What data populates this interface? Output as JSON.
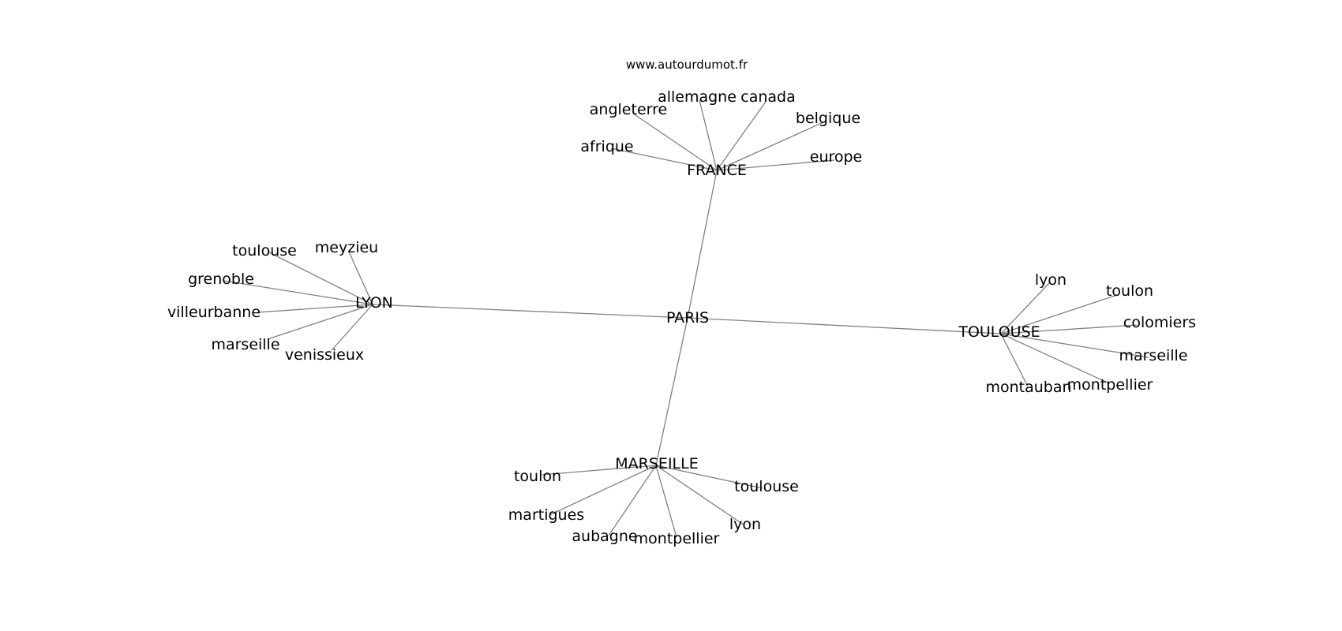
{
  "credit": "www.autourdumot.fr",
  "center": "PARIS",
  "hubs": [
    {
      "label": "FRANCE",
      "words": [
        "afrique",
        "angleterre",
        "allemagne",
        "canada",
        "belgique",
        "europe"
      ]
    },
    {
      "label": "LYON",
      "words": [
        "toulouse",
        "meyzieu",
        "grenoble",
        "villeurbanne",
        "marseille",
        "venissieux"
      ]
    },
    {
      "label": "TOULOUSE",
      "words": [
        "lyon",
        "toulon",
        "colomiers",
        "marseille",
        "montauban",
        "montpellier"
      ]
    },
    {
      "label": "MARSEILLE",
      "words": [
        "toulon",
        "martigues",
        "aubagne",
        "montpellier",
        "lyon",
        "toulouse"
      ]
    }
  ],
  "colors": {
    "edge": "#808080",
    "text": "#000000",
    "background": "#ffffff"
  }
}
